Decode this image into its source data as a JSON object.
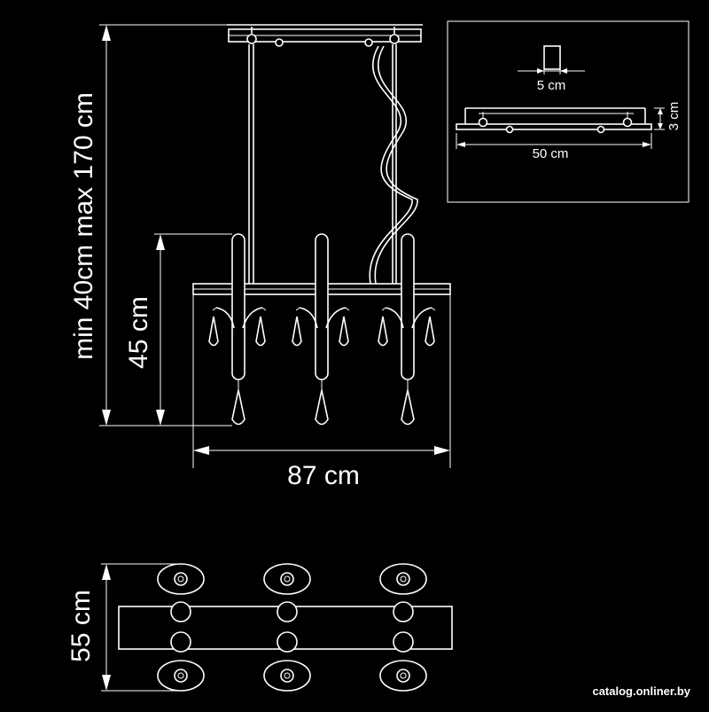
{
  "dimensions": {
    "height_range": "min 40cm   max 170 cm",
    "body_height": "45 cm",
    "width": "87 cm",
    "depth": "55 cm"
  },
  "inset": {
    "ceiling_plate_width": "50 cm",
    "ceiling_plate_height": "3 cm",
    "mount_size": "5 cm"
  },
  "watermark": "catalog.onliner.by",
  "colors": {
    "background": "#000000",
    "line": "#ffffff",
    "frame": "#d8d8d8"
  }
}
